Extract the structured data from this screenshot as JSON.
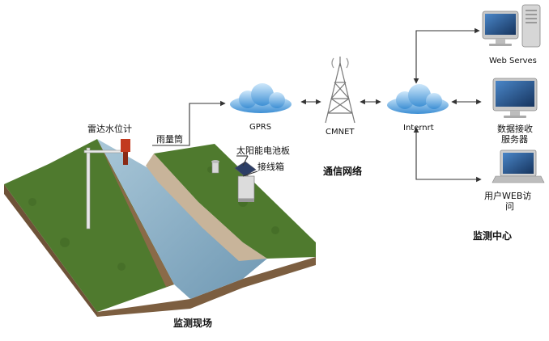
{
  "labels": {
    "radar_gauge": "雷达水位计",
    "rain_gauge": "雨量筒",
    "solar_panel": "太阳能电池板",
    "junction_box": "接线箱",
    "gprs": "GPRS",
    "cmnet": "CMNET",
    "internet": "Internrt",
    "comm_network": "通信网络",
    "web_servers": "Web Serves",
    "data_server_line1": "数据接收",
    "data_server_line2": "服务器",
    "user_web_line1": "用户WEB访",
    "user_web_line2": "问",
    "monitor_center": "监测中心",
    "monitor_site": "监测现场"
  },
  "colors": {
    "grass": "#4f7a2e",
    "soil": "#8a6a48",
    "water": "#8fb3c9",
    "cloud": "#5aa6e0",
    "line": "#333333"
  },
  "icons": [
    "cloud-icon",
    "tower-icon",
    "desktop-computer-icon",
    "laptop-icon"
  ]
}
